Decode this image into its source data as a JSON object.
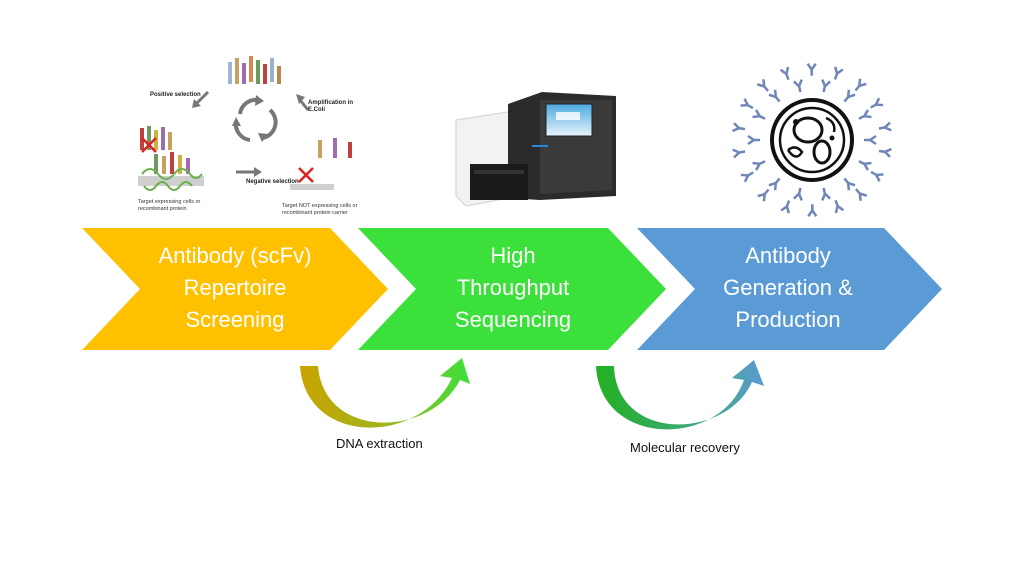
{
  "steps": [
    {
      "lines": [
        "Antibody (scFv)",
        "Repertoire",
        "Screening"
      ],
      "color": "#FFC000"
    },
    {
      "lines": [
        "High",
        "Throughput",
        "Sequencing"
      ],
      "color": "#3BE03B"
    },
    {
      "lines": [
        "Antibody",
        "Generation &",
        "Production"
      ],
      "color": "#5B9BD5"
    }
  ],
  "transitions": [
    {
      "label": "DNA extraction"
    },
    {
      "label": "Molecular recovery"
    }
  ],
  "panning": {
    "positive_selection": "Positive selection",
    "amplification": "Amplification in E.Coli",
    "negative_selection": "Negative selection",
    "target_cells": "Target expressing cells or recombinant protein",
    "target_not_cells": "Target NOT expressing cells or recombinant protein carrier"
  }
}
